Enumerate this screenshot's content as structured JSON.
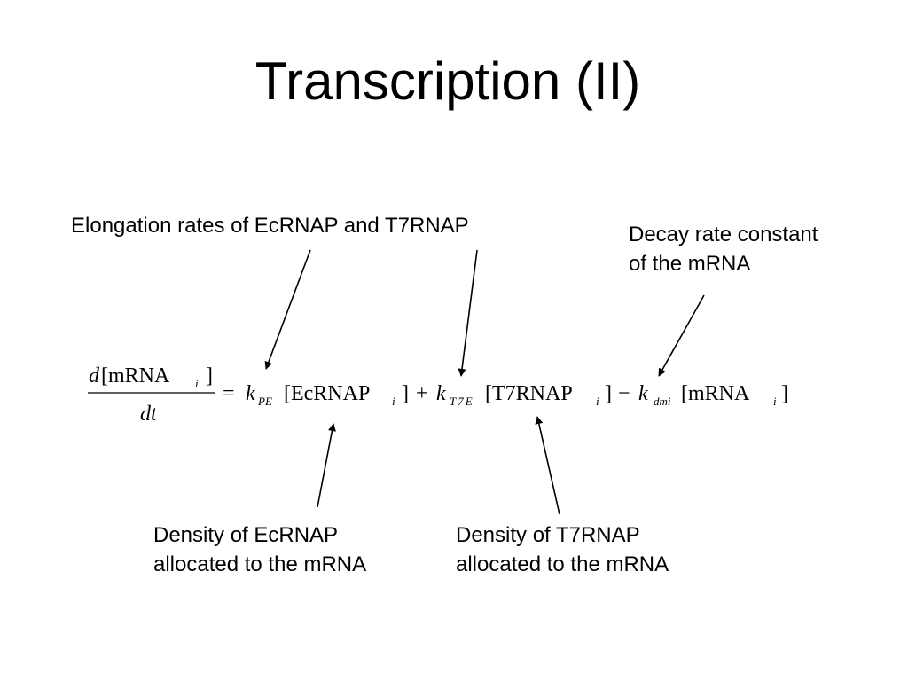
{
  "title": "Transcription (II)",
  "annotations": {
    "elongation": "Elongation rates of EcRNAP and T7RNAP",
    "decay_line1": "Decay rate constant",
    "decay_line2": "of the mRNA",
    "ecrnap_line1": "Density of EcRNAP",
    "ecrnap_line2": "allocated to the mRNA",
    "t7rnap_line1": "Density of T7RNAP",
    "t7rnap_line2": "allocated to the mRNA"
  },
  "equation": {
    "num_d": "d",
    "num_species": "[mRNA",
    "num_sub": "i",
    "num_close": "]",
    "den": "dt",
    "equals": "=",
    "k": "k",
    "k1_sub": "PE",
    "species1": "[EcRNAP",
    "species1_sub": "i",
    "close1": "]",
    "plus": "+",
    "k2_sub": "T7E",
    "species2": "[T7RNAP",
    "species2_sub": "i",
    "close2": "]",
    "minus": "−",
    "k3_sub": "dmi",
    "species3": "[mRNA",
    "species3_sub": "i",
    "close3": "]"
  },
  "colors": {
    "text": "#000000",
    "background": "#ffffff"
  }
}
